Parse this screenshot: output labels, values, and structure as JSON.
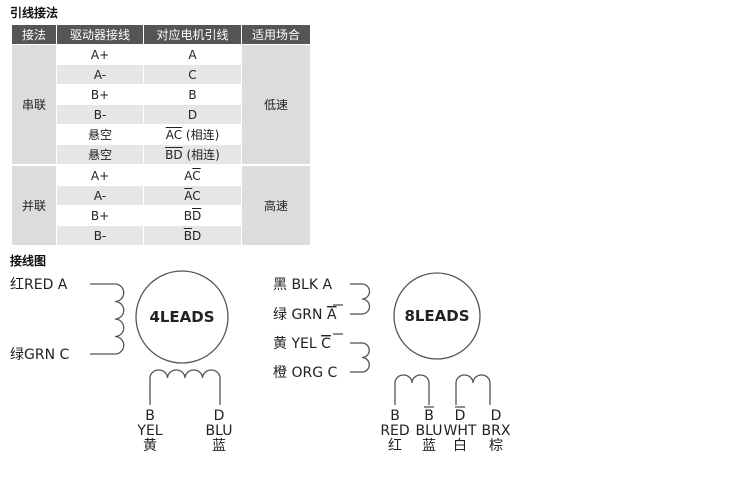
{
  "section1_title": "引线接法",
  "table": {
    "headers": [
      "接法",
      "驱动器接线",
      "对应电机引线",
      "适用场合"
    ],
    "groups": [
      {
        "method": "串联",
        "usage": "低速",
        "rows": [
          {
            "driver": "A+",
            "motor": "A",
            "overline": "",
            "motor_tail": ""
          },
          {
            "driver": "A-",
            "motor": "C",
            "overline": "",
            "motor_tail": ""
          },
          {
            "driver": "B+",
            "motor": "B",
            "overline": "",
            "motor_tail": ""
          },
          {
            "driver": "B-",
            "motor": "D",
            "overline": "",
            "motor_tail": ""
          },
          {
            "driver": "悬空",
            "motor": "",
            "overline": "AC",
            "motor_tail": " (相连)"
          },
          {
            "driver": "悬空",
            "motor": "",
            "overline": "BD",
            "motor_tail": " (相连)"
          }
        ]
      },
      {
        "method": "并联",
        "usage": "高速",
        "rows": [
          {
            "driver": "A+",
            "motor": "A",
            "overline": "C",
            "motor_tail": ""
          },
          {
            "driver": "A-",
            "motor": "",
            "overline": "A",
            "motor_tail": "C"
          },
          {
            "driver": "B+",
            "motor": "B",
            "overline": "D",
            "motor_tail": ""
          },
          {
            "driver": "B-",
            "motor": "",
            "overline": "B",
            "motor_tail": "D"
          }
        ]
      }
    ]
  },
  "section2_title": "接线图",
  "diagram4": {
    "motor_label": "4LEADS",
    "left_leads": [
      "红RED  A",
      "绿GRN  C"
    ],
    "bottom_leads": [
      {
        "letter": "B",
        "color": "YEL",
        "cn": "黄"
      },
      {
        "letter": "D",
        "color": "BLU",
        "cn": "蓝"
      }
    ]
  },
  "diagram8": {
    "motor_label": "8LEADS",
    "left_leads": [
      {
        "text": "黑 BLK  ",
        "letter": "A",
        "over": false
      },
      {
        "text": "绿 GRN  ",
        "letter": "A",
        "over": true
      },
      {
        "text": "黄 YEL  ",
        "letter": "C",
        "over": true
      },
      {
        "text": "橙 ORG  ",
        "letter": "C",
        "over": false
      }
    ],
    "bottom_leads": [
      {
        "letter": "B",
        "over": false,
        "color": "RED",
        "cn": "红"
      },
      {
        "letter": "B",
        "over": true,
        "color": "BLU",
        "cn": "蓝"
      },
      {
        "letter": "D",
        "over": true,
        "color": "WHT",
        "cn": "白"
      },
      {
        "letter": "D",
        "over": false,
        "color": "BRX",
        "cn": "棕"
      }
    ]
  }
}
